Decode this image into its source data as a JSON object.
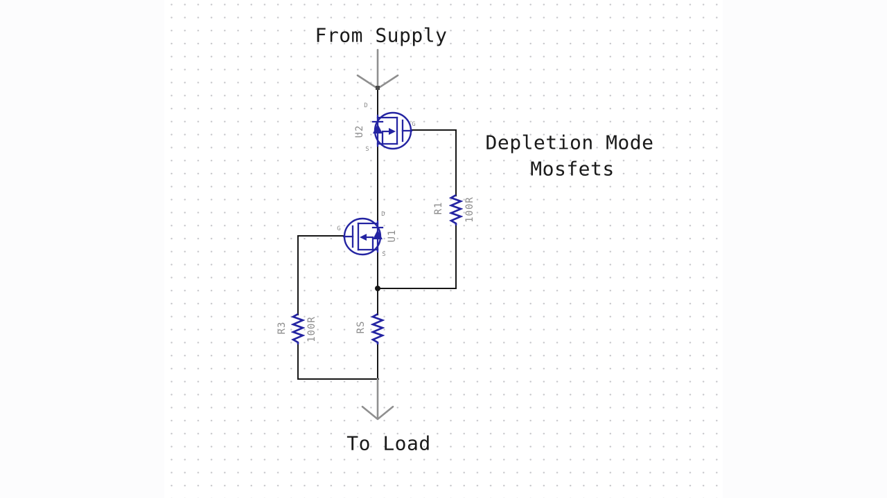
{
  "texts": {
    "from_supply": "From Supply",
    "to_load": "To Load",
    "annotation_line1": "Depletion Mode",
    "annotation_line2": "Mosfets"
  },
  "components": {
    "u2": {
      "ref": "U2",
      "pins": {
        "d": "D",
        "g": "G",
        "s": "S"
      }
    },
    "u1": {
      "ref": "U1",
      "pins": {
        "d": "D",
        "g": "G",
        "s": "S"
      }
    },
    "r1": {
      "ref": "R1",
      "value": "100R"
    },
    "r3": {
      "ref": "R3",
      "value": "100R"
    },
    "rs": {
      "ref": "RS"
    }
  },
  "icons": {
    "supply_arrow": "down-arrow",
    "load_arrow": "down-arrow"
  },
  "colors": {
    "wire": "#161616",
    "component": "#2424a2",
    "text": "#1a1a1a",
    "ref-label": "#8c8c8c",
    "pin-label": "#8c8c8c",
    "arrow": "#8f8f8f",
    "port": "#4a4a4a",
    "grid-dot": "#c6c6ca",
    "canvas-bg": "#ffffff",
    "page-bg": "#fcfcfd"
  }
}
